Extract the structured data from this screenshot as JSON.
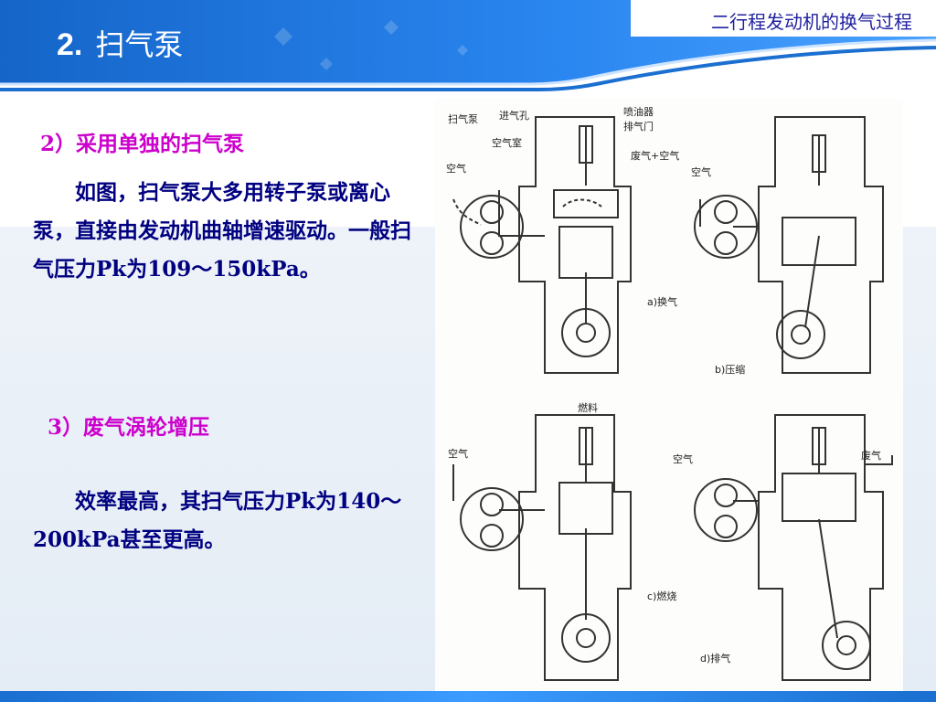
{
  "header": {
    "number": "2.",
    "title": "扫气泵",
    "subject": "二行程发动机的换气过程"
  },
  "content": {
    "heading_2": "2）采用单独的扫气泵",
    "para_2": "如图，扫气泵大多用转子泵或离心泵，直接由发动机曲轴增速驱动。一般扫气压力Pk为109～150kPa。",
    "heading_3": "3）废气涡轮增压",
    "para_3": "效率最高，其扫气压力Pk为140～200kPa甚至更高。"
  },
  "figure": {
    "labels": {
      "scavenge_pump": "扫气泵",
      "intake_port": "进气孔",
      "injector": "喷油器",
      "exhaust_valve": "排气门",
      "air_chamber": "空气室",
      "exhaust_air": "废气+空气",
      "air_a": "空气",
      "air_b": "空气",
      "air_c": "空气",
      "air_d": "空气",
      "fuel": "燃料",
      "exhaust_d": "废气"
    },
    "captions": {
      "a": "a)换气",
      "b": "b)压缩",
      "c": "c)燃烧",
      "d": "d)排气"
    }
  },
  "colors": {
    "header_blue": "#1f78e0",
    "heading_magenta": "#cc00cc",
    "body_navy": "#000080"
  }
}
